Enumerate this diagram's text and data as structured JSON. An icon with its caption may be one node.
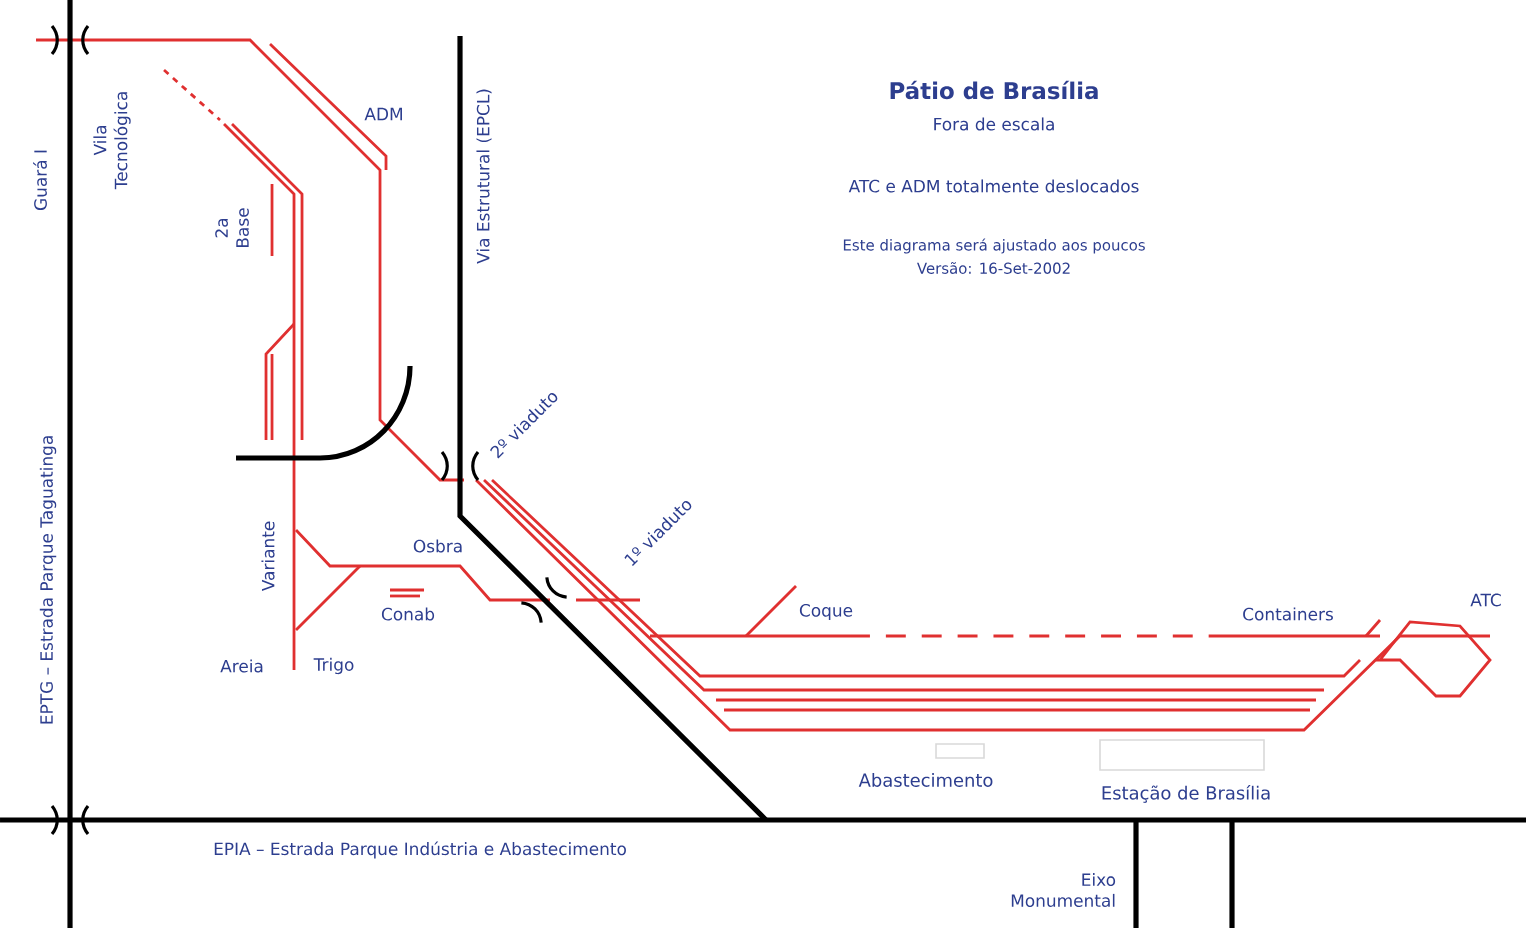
{
  "diagram": {
    "title": "Pátio de Brasília",
    "nodes": [
      {
        "text": [
          "Abastecimento"
        ]
      },
      {
        "text": [
          "Estação de Brasília"
        ]
      }
    ],
    "edges": [],
    "labels": [
      "Fora de escala",
      "ATC e ADM totalmente deslocados",
      "Este diagrama será ajustado aos poucos",
      "Versão: 16-Set-2002",
      "Guará I",
      "Vila Tecnológica",
      "ADM",
      "Via Estrutural (EPCL)",
      "2a Base",
      "2º viaduto",
      "1º viaduto",
      "Osbra",
      "Variante",
      "Conab",
      "Areia",
      "Trigo",
      "Coque",
      "Containers",
      "ATC",
      "EPTG – Estrada Parque Taguatinga",
      "EPIA – Estrada Parque Indústria e Abastecimento",
      "Eixo Monumental"
    ]
  }
}
